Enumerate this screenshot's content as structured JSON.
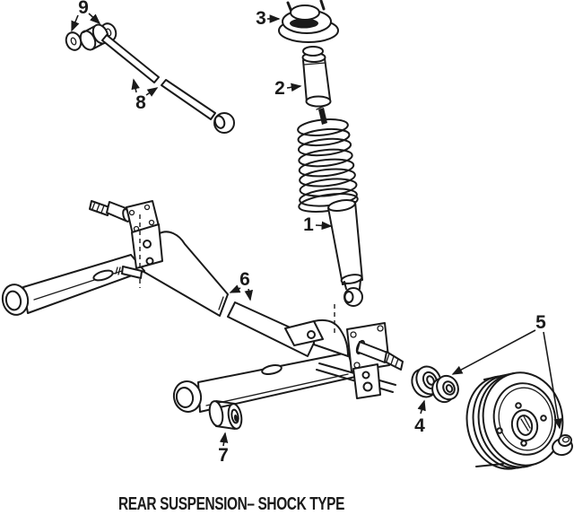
{
  "colors": {
    "ink": "#1a1a1a",
    "paper": "#ffffff"
  },
  "caption": {
    "text": "REAR SUSPENSION– SHOCK TYPE"
  },
  "callouts": [
    {
      "label": "1"
    },
    {
      "label": "2"
    },
    {
      "label": "3"
    },
    {
      "label": "4"
    },
    {
      "label": "5"
    },
    {
      "label": "6"
    },
    {
      "label": "7"
    },
    {
      "label": "8"
    },
    {
      "label": "9"
    }
  ]
}
